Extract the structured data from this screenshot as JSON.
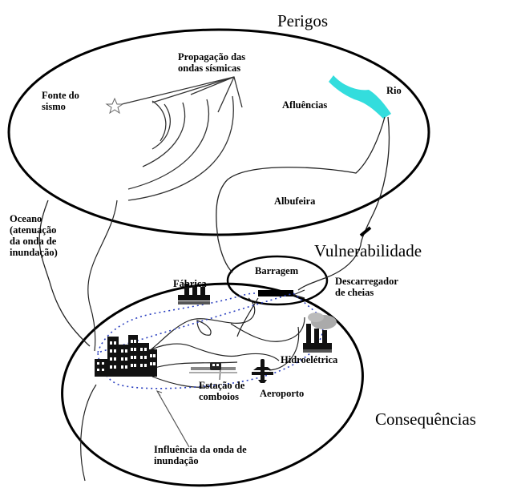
{
  "regions": {
    "hazards": "Perigos",
    "vulnerability": "Vulnerabilidade",
    "consequences": "Consequências"
  },
  "labels": {
    "propagation": [
      "Propagação das",
      "ondas sísmicas"
    ],
    "source": [
      "Fonte do",
      "sismo"
    ],
    "tributaries": "Afluências",
    "river": "Rio",
    "reservoir": "Albufeira",
    "ocean": [
      "Oceano",
      "(atenuação",
      "da onda de",
      "inundação)"
    ],
    "dam": "Barragem",
    "factory": "Fábrica",
    "spillway": [
      "Descarregador",
      "de cheias"
    ],
    "hydro": "Hidroelétrica",
    "station": [
      "Estação de",
      "comboios"
    ],
    "airport": "Aeroporto",
    "wave_influence": [
      "Influência da onda de",
      "inundação"
    ]
  },
  "colors": {
    "river": "#33dddd",
    "flood_boundary": "#2a3fbf",
    "lines": "#000000",
    "smoke": "#aaaaaa"
  },
  "icons": [
    "star-icon",
    "factory-icon",
    "hydro-plant-icon",
    "city-buildings-icon",
    "train-station-icon",
    "airplane-icon"
  ]
}
